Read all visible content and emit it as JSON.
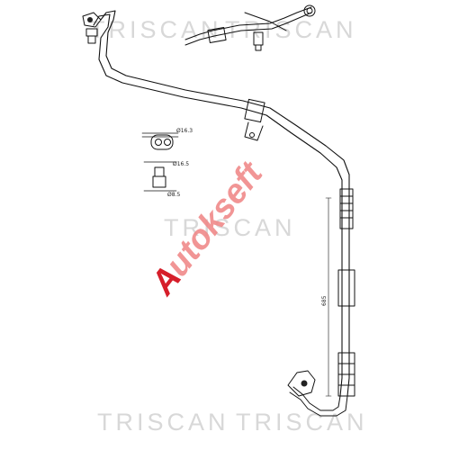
{
  "watermarks": {
    "top_left": "TRISCAN",
    "top_right": "TRISCAN",
    "middle": "TRISCAN",
    "bottom_left": "TRISCAN",
    "bottom_right": "TRISCAN"
  },
  "logo": {
    "text": "Autokseft",
    "accent_letter": "A",
    "colors": {
      "accent": "#d61e2a",
      "text": "#f08a8a"
    }
  },
  "dimensions": {
    "upper_a": "Ø16.3",
    "upper_b": "Ø16.5",
    "lower": "Ø8.5",
    "length": "685"
  }
}
